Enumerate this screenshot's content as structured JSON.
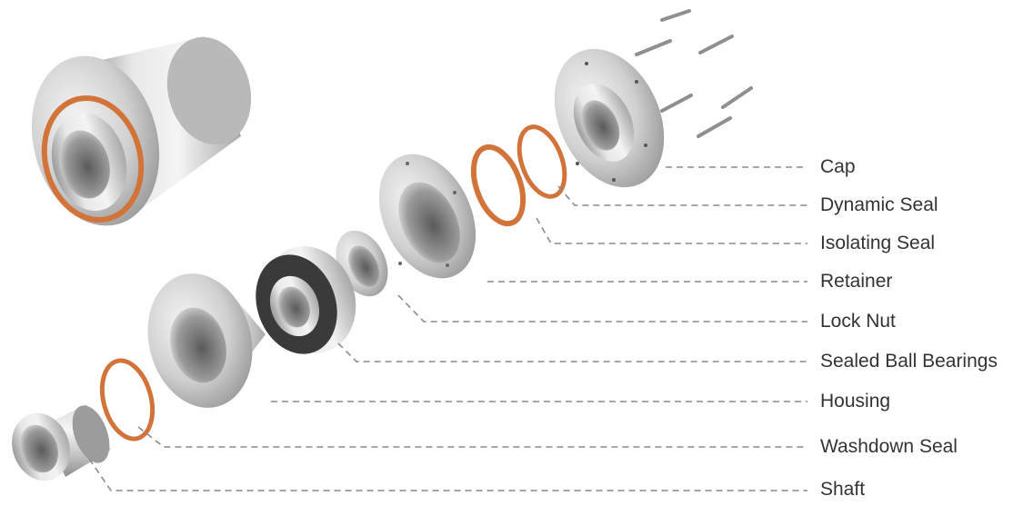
{
  "diagram": {
    "type": "exploded-assembly",
    "parts": [
      {
        "key": "cap",
        "label": "Cap"
      },
      {
        "key": "dynamic-seal",
        "label": "Dynamic Seal"
      },
      {
        "key": "isolating-seal",
        "label": "Isolating Seal"
      },
      {
        "key": "retainer",
        "label": "Retainer"
      },
      {
        "key": "lock-nut",
        "label": "Lock Nut"
      },
      {
        "key": "sealed-ball-bearings",
        "label": "Sealed Ball Bearings"
      },
      {
        "key": "housing",
        "label": "Housing"
      },
      {
        "key": "washdown-seal",
        "label": "Washdown Seal"
      },
      {
        "key": "shaft",
        "label": "Shaft"
      }
    ]
  },
  "colors": {
    "metal_light": "#ececec",
    "metal_mid": "#bdbdbd",
    "metal_dark": "#7d7d7d",
    "seal_orange": "#d2743a",
    "bearing_shield": "#3a3a3a",
    "leader_line": "#8a8a8a",
    "label_text": "#333333"
  }
}
